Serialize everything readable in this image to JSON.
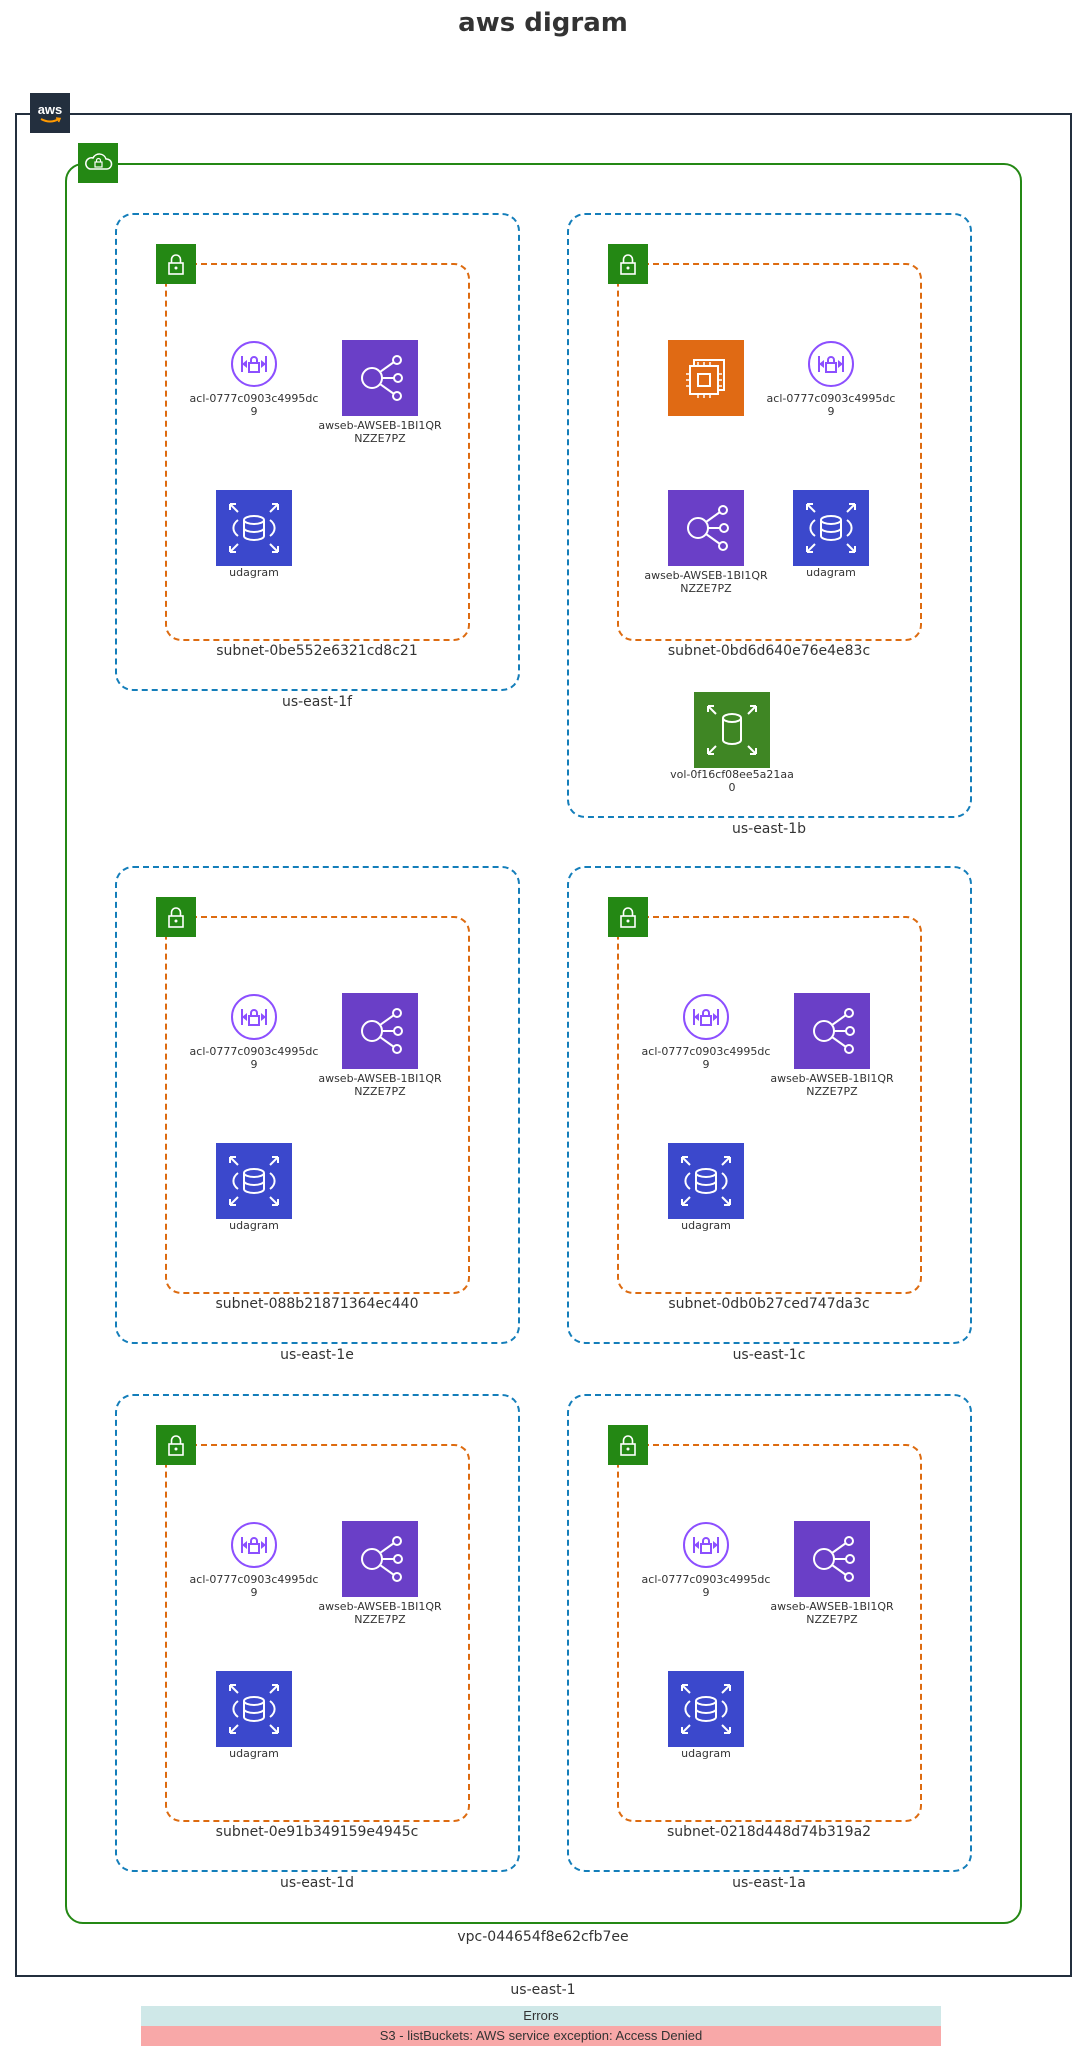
{
  "title": "aws digram",
  "region": {
    "label": "us-east-1",
    "logo_icon": "aws-logo-icon"
  },
  "vpc": {
    "label": "vpc-044654f8e62cfb7ee",
    "icon": "vpc-cloud-lock-icon"
  },
  "zones": [
    {
      "label": "us-east-1f",
      "subnet": "subnet-0be552e6321cd8c21",
      "resources": [
        {
          "type": "acl",
          "label": "acl-0777c0903c4995dc9"
        },
        {
          "type": "elb",
          "label": "awseb-AWSEB-1BI1QRNZZE7PZ"
        },
        {
          "type": "rds",
          "label": "udagram"
        }
      ]
    },
    {
      "label": "us-east-1b",
      "subnet": "subnet-0bd6d640e76e4e83c",
      "resources": [
        {
          "type": "ec2",
          "label": ""
        },
        {
          "type": "acl",
          "label": "acl-0777c0903c4995dc9"
        },
        {
          "type": "elb",
          "label": "awseb-AWSEB-1BI1QRNZZE7PZ"
        },
        {
          "type": "rds",
          "label": "udagram"
        }
      ],
      "volume": {
        "type": "ebs",
        "label": "vol-0f16cf08ee5a21aa0"
      }
    },
    {
      "label": "us-east-1e",
      "subnet": "subnet-088b21871364ec440",
      "resources": [
        {
          "type": "acl",
          "label": "acl-0777c0903c4995dc9"
        },
        {
          "type": "elb",
          "label": "awseb-AWSEB-1BI1QRNZZE7PZ"
        },
        {
          "type": "rds",
          "label": "udagram"
        }
      ]
    },
    {
      "label": "us-east-1c",
      "subnet": "subnet-0db0b27ced747da3c",
      "resources": [
        {
          "type": "acl",
          "label": "acl-0777c0903c4995dc9"
        },
        {
          "type": "elb",
          "label": "awseb-AWSEB-1BI1QRNZZE7PZ"
        },
        {
          "type": "rds",
          "label": "udagram"
        }
      ]
    },
    {
      "label": "us-east-1d",
      "subnet": "subnet-0e91b349159e4945c",
      "resources": [
        {
          "type": "acl",
          "label": "acl-0777c0903c4995dc9"
        },
        {
          "type": "elb",
          "label": "awseb-AWSEB-1BI1QRNZZE7PZ"
        },
        {
          "type": "rds",
          "label": "udagram"
        }
      ]
    },
    {
      "label": "us-east-1a",
      "subnet": "subnet-0218d448d74b319a2",
      "resources": [
        {
          "type": "acl",
          "label": "acl-0777c0903c4995dc9"
        },
        {
          "type": "elb",
          "label": "awseb-AWSEB-1BI1QRNZZE7PZ"
        },
        {
          "type": "rds",
          "label": "udagram"
        }
      ]
    }
  ],
  "errors": {
    "header": "Errors",
    "rows": [
      "S3 - listBuckets: AWS service exception: Access Denied"
    ]
  },
  "colors": {
    "region_border": "#232f3e",
    "vpc": "#248814",
    "az_border": "#147eba",
    "subnet_border": "#dd6b10",
    "elb": "#6a3fc7",
    "rds": "#3b48cc",
    "ec2": "#e06a14",
    "ebs": "#3f8624",
    "acl": "#8c4fff",
    "errors_header_bg": "#cfe8e8",
    "errors_row_bg": "#f8a8a8"
  }
}
